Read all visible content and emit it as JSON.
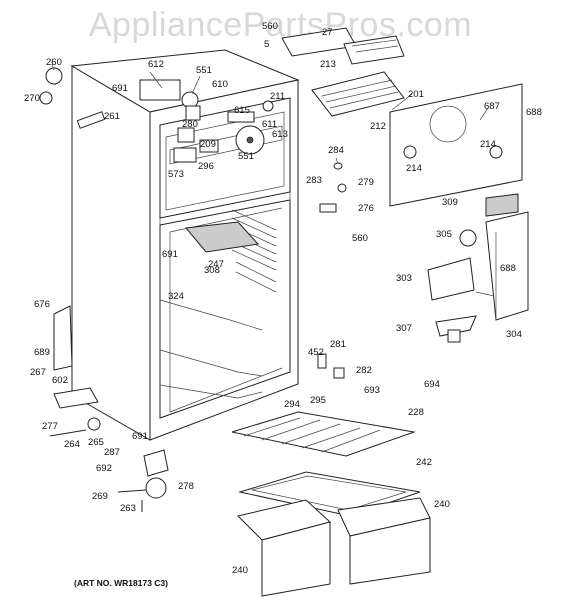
{
  "watermark": "AppliancePartsPros.com",
  "art_number": "(ART NO. WR18173 C3)",
  "callouts": [
    "560",
    "5",
    "27",
    "213",
    "260",
    "612",
    "551",
    "610",
    "270",
    "691",
    "261",
    "211",
    "201",
    "687",
    "688",
    "615",
    "280",
    "611",
    "209",
    "613",
    "212",
    "284",
    "214",
    "214",
    "551",
    "296",
    "573",
    "279",
    "283",
    "276",
    "309",
    "560",
    "691",
    "247",
    "308",
    "305",
    "324",
    "303",
    "688",
    "676",
    "689",
    "267",
    "307",
    "304",
    "452",
    "281",
    "282",
    "693",
    "694",
    "602",
    "294",
    "295",
    "228",
    "277",
    "264",
    "265",
    "691",
    "287",
    "692",
    "242",
    "278",
    "240",
    "269",
    "263",
    "240"
  ],
  "colors": {
    "line": "#222222",
    "fill": "#ffffff",
    "shade": "#cccccc",
    "watermark": "#d8d8d8"
  }
}
